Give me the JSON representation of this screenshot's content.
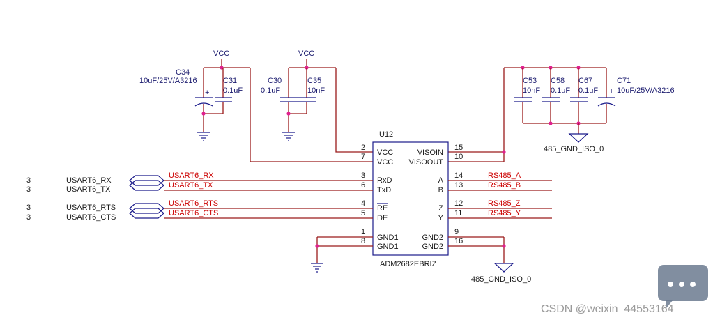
{
  "ic": {
    "ref": "U12",
    "part": "ADM2682EBRIZ",
    "left_pins": [
      {
        "num": "2",
        "name": "VCC"
      },
      {
        "num": "7",
        "name": "VCC"
      },
      {
        "num": "3",
        "name": "RxD"
      },
      {
        "num": "6",
        "name": "TxD"
      },
      {
        "num": "4",
        "name": "RE"
      },
      {
        "num": "5",
        "name": "DE"
      },
      {
        "num": "1",
        "name": "GND1"
      },
      {
        "num": "8",
        "name": "GND1"
      }
    ],
    "right_pins": [
      {
        "num": "15",
        "name": "VISOIN"
      },
      {
        "num": "10",
        "name": "VISOOUT"
      },
      {
        "num": "14",
        "name": "A"
      },
      {
        "num": "13",
        "name": "B"
      },
      {
        "num": "12",
        "name": "Z"
      },
      {
        "num": "11",
        "name": "Y"
      },
      {
        "num": "9",
        "name": "GND2"
      },
      {
        "num": "16",
        "name": "GND2"
      }
    ]
  },
  "power": {
    "vcc1": "VCC",
    "vcc2": "VCC"
  },
  "capacitors": [
    {
      "ref": "C34",
      "value": "10uF/25V/A3216"
    },
    {
      "ref": "C31",
      "value": "0.1uF"
    },
    {
      "ref": "C30",
      "value": "0.1uF"
    },
    {
      "ref": "C35",
      "value": "10nF"
    },
    {
      "ref": "C53",
      "value": "10nF"
    },
    {
      "ref": "C58",
      "value": "0.1uF"
    },
    {
      "ref": "C67",
      "value": "0.1uF"
    },
    {
      "ref": "C71",
      "value": "10uF/25V/A3216"
    }
  ],
  "ports": [
    {
      "sheet": "3",
      "name": "USART6_RX"
    },
    {
      "sheet": "3",
      "name": "USART6_TX"
    },
    {
      "sheet": "3",
      "name": "USART6_RTS"
    },
    {
      "sheet": "3",
      "name": "USART6_CTS"
    }
  ],
  "left_nets": [
    "USART6_RX",
    "USART6_TX",
    "USART6_RTS",
    "USART6_CTS"
  ],
  "right_nets": [
    "RS485_A",
    "RS485_B",
    "RS485_Z",
    "RS485_Y"
  ],
  "iso_gnd": {
    "top": "485_GND_ISO_0",
    "bottom": "485_GND_ISO_0"
  },
  "plus": "+",
  "watermark": "CSDN @weixin_44553164",
  "colors": {
    "wire": "#9a1b1b",
    "body": "#1a1a8a",
    "junction": "#e0208f",
    "net": "#cc0000"
  }
}
